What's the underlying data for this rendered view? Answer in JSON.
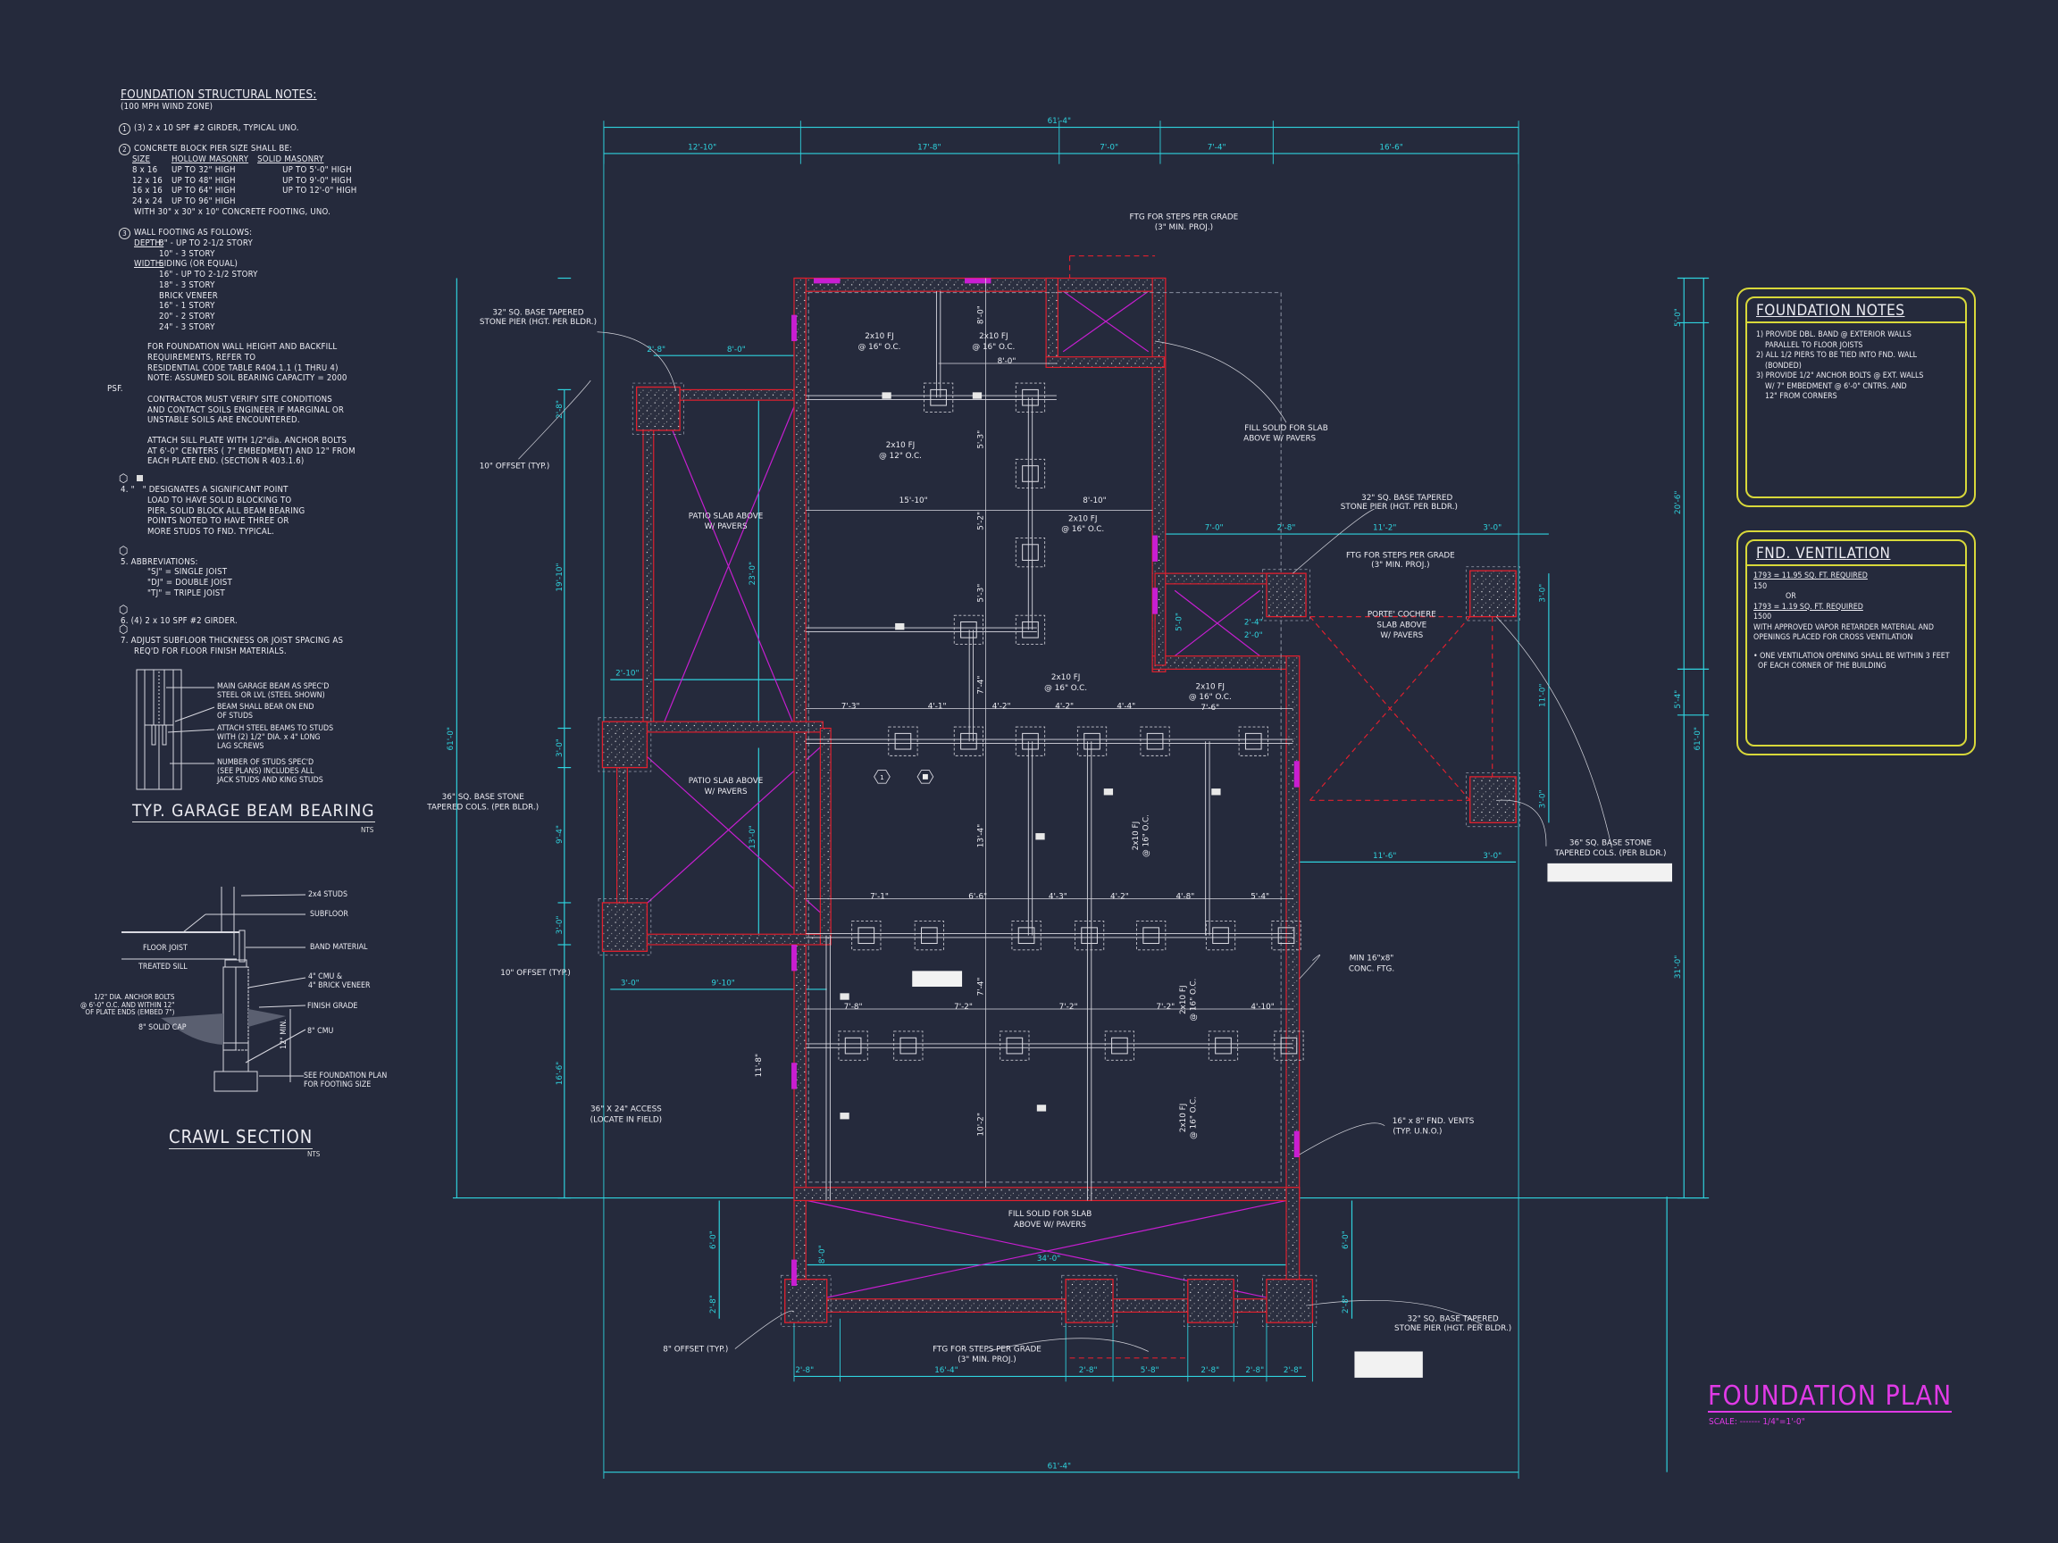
{
  "structural_notes": {
    "title": "FOUNDATION STRUCTURAL NOTES:",
    "subtitle": "(100 MPH WIND ZONE)",
    "note1": {
      "marker": "1",
      "text": "(3) 2 x 10 SPF #2 GIRDER, TYPICAL UNO."
    },
    "note2": {
      "marker": "2",
      "text": "CONCRETE BLOCK PIER SIZE SHALL BE:",
      "headers": [
        "SIZE",
        "HOLLOW MASONRY",
        "SOLID MASONRY"
      ],
      "rows": [
        [
          "8 x 16",
          "UP TO 32\" HIGH",
          "UP TO 5'-0\" HIGH"
        ],
        [
          "12 x 16",
          "UP TO 48\" HIGH",
          "UP TO 9'-0\" HIGH"
        ],
        [
          "16 x 16",
          "UP TO 64\" HIGH",
          "UP TO 12'-0\" HIGH"
        ],
        [
          "24 x 24",
          "UP TO 96\" HIGH",
          ""
        ]
      ],
      "footer": "WITH 30\" x 30\" x 10\" CONCRETE FOOTING, UNO."
    },
    "note3": {
      "marker": "3",
      "text": "WALL FOOTING AS FOLLOWS:",
      "depth_label": "DEPTH:",
      "depth": [
        "8\" - UP TO 2-1/2 STORY",
        "10\" - 3 STORY"
      ],
      "width_label": "WIDTH:",
      "width": [
        "SIDING (OR EQUAL)",
        "16\" - UP TO 2-1/2 STORY",
        "18\" - 3 STORY",
        "BRICK VENEER",
        "16\" - 1 STORY",
        "20\" - 2 STORY",
        "24\" - 3 STORY"
      ],
      "para1": [
        "FOR FOUNDATION WALL HEIGHT AND BACKFILL",
        "REQUIREMENTS, REFER TO",
        "RESIDENTIAL CODE TABLE R404.1.1 (1 THRU 4)",
        "NOTE: ASSUMED SOIL BEARING CAPACITY = 2000"
      ],
      "para1_tail": "PSF.",
      "para2": [
        "CONTRACTOR MUST VERIFY SITE CONDITIONS",
        "AND CONTACT SOILS ENGINEER IF MARGINAL OR",
        "UNSTABLE SOILS ARE ENCOUNTERED."
      ],
      "para3": [
        "ATTACH SILL PLATE WITH 1/2\"dia. ANCHOR BOLTS",
        "AT 6'-0\" CENTERS ( 7\" EMBEDMENT) AND 12\" FROM",
        "EACH PLATE END. (SECTION R 403.1.6)"
      ]
    },
    "note4": {
      "number": "4.",
      "lines": [
        "\"   \" DESIGNATES A SIGNIFICANT POINT",
        "LOAD TO HAVE SOLID BLOCKING TO",
        "PIER. SOLID BLOCK ALL BEAM BEARING",
        "POINTS NOTED TO HAVE THREE OR",
        "MORE STUDS TO FND. TYPICAL."
      ]
    },
    "note5": {
      "number": "5.",
      "lines": [
        "ABBREVIATIONS:",
        "\"SJ\" = SINGLE JOIST",
        "\"DJ\" = DOUBLE JOIST",
        "\"TJ\" = TRIPLE JOIST"
      ]
    },
    "note6": {
      "number": "6.",
      "lines": [
        "(4) 2 x 10 SPF #2 GIRDER."
      ]
    },
    "note7": {
      "number": "7.",
      "lines": [
        "ADJUST SUBFLOOR THICKNESS OR JOIST SPACING AS",
        "REQ'D FOR FLOOR FINISH MATERIALS."
      ]
    }
  },
  "garage_detail": {
    "title": "TYP. GARAGE BEAM BEARING",
    "scale": "NTS",
    "labels": [
      "MAIN GARAGE BEAM AS SPEC'D\nSTEEL OR LVL (STEEL SHOWN)",
      "BEAM SHALL BEAR ON END\nOF STUDS",
      "ATTACH STEEL BEAMS TO STUDS\nWITH (2) 1/2\" DIA. x 4\" LONG\nLAG SCREWS",
      "NUMBER OF STUDS SPEC'D\n(SEE PLANS) INCLUDES ALL\nJACK STUDS AND KING STUDS"
    ]
  },
  "crawl_section": {
    "title": "CRAWL SECTION",
    "scale": "NTS",
    "labels": {
      "studs": "2x4 STUDS",
      "subfloor": "SUBFLOOR",
      "floor_joist": "FLOOR JOIST",
      "band": "BAND MATERIAL",
      "sill": "TREATED SILL",
      "anchor": "1/2\" DIA. ANCHOR BOLTS\n@ 6'-0\" O.C. AND WITHIN 12\"\nOF PLATE ENDS (EMBED 7\")",
      "cap": "8\" SOLID CAP",
      "cmu_brick": "4\" CMU &\n4\" BRICK VENEER",
      "grade": "FINISH GRADE",
      "cmu": "8\" CMU",
      "min": "12\" MIN.",
      "footing": "SEE FOUNDATION PLAN\nFOR FOOTING SIZE"
    }
  },
  "foundation_notes": {
    "title": "FOUNDATION NOTES",
    "lines": [
      "1) PROVIDE DBL. BAND @ EXTERIOR WALLS",
      "    PARALLEL TO FLOOR JOISTS",
      "2) ALL 1/2 PIERS TO BE TIED INTO FND. WALL",
      "    (BONDED)",
      "3) PROVIDE 1/2\" ANCHOR BOLTS @ EXT. WALLS",
      "    W/ 7\" EMBEDMENT @ 6'-0\" CNTRS. AND",
      "    12\" FROM CORNERS"
    ]
  },
  "ventilation": {
    "title": "FND. VENTILATION",
    "calc1": "1793 = 11.95 SQ. FT. REQUIRED",
    "calc1_den": "150",
    "or": "OR",
    "calc2": "1793 = 1.19 SQ. FT. REQUIRED",
    "calc2_den": "1500",
    "lines": [
      "WITH APPROVED VAPOR RETARDER MATERIAL AND",
      "OPENINGS PLACED FOR CROSS VENTILATION"
    ],
    "bullet": [
      "• ONE VENTILATION OPENING SHALL BE WITHIN 3 FEET",
      "  OF EACH CORNER OF THE BUILDING"
    ]
  },
  "plan_title": {
    "title": "FOUNDATION PLAN",
    "scale": "SCALE: ------- 1/4\"=1'-0\""
  },
  "plan": {
    "labels": [
      "FTG FOR STEPS PER GRADE",
      "(3\" MIN. PROJ.)",
      "32\" SQ. BASE TAPERED",
      "STONE PIER (HGT. PER BLDR.)",
      "10\" OFFSET (TYP.)",
      "PATIO SLAB ABOVE",
      "W/ PAVERS",
      "FILL SOLID FOR SLAB",
      "ABOVE W/ PAVERS",
      "32\" SQ. BASE TAPERED",
      "STONE PIER (HGT. PER BLDR.)",
      "FTG FOR STEPS PER GRADE",
      "(3\" MIN. PROJ.)",
      "PORTE' COCHERE",
      "SLAB ABOVE",
      "W/ PAVERS",
      "36\" SQ. BASE STONE",
      "TAPERED COLS. (PER BLDR.)",
      "PATIO SLAB ABOVE",
      "W/ PAVERS",
      "36\" SQ. BASE STONE",
      "TAPERED COLS. (PER BLDR.)",
      "10\" OFFSET (TYP.)",
      "MIN 16\"x8\"",
      "CONC. FTG.",
      "36\" X 24\" ACCESS",
      "(LOCATE IN FIELD)",
      "16\" x 8\" FND. VENTS",
      "(TYP. U.N.O.)",
      "FILL SOLID FOR SLAB",
      "ABOVE W/ PAVERS",
      "8\" OFFSET (TYP.)",
      "FTG FOR STEPS PER GRADE",
      "(3\" MIN. PROJ.)",
      "32\" SQ. BASE TAPERED",
      "STONE PIER (HGT. PER BLDR.)"
    ],
    "joists": [
      "2x10 FJ",
      "@ 16\" O.C.",
      "2x10 FJ",
      "@ 16\" O.C.",
      "2x10 FJ",
      "@ 12\" O.C.",
      "2x10 FJ",
      "@ 16\" O.C.",
      "2x10 FJ",
      "@ 16\" O.C.",
      "2x10 FJ",
      "@ 16\" O.C.",
      "2x10 FJ",
      "@ 16\" O.C.",
      "2x10 FJ",
      "@ 16\" O.C.",
      "2x10 FJ",
      "@ 16\" O.C."
    ],
    "dims_white": [
      "8'-0\"",
      "15'-10\"",
      "8'-10\"",
      "7'-6\"",
      "8'-0\"",
      "5'-3\"",
      "5'-2\"",
      "5'-3\"",
      "7'-4\"",
      "7'-3\"",
      "4'-1\"",
      "4'-2\"",
      "4'-2\"",
      "4'-4\"",
      "7'-1\"",
      "6'-6\"",
      "4'-3\"",
      "4'-2\"",
      "4'-8\"",
      "5'-4\"",
      "13'-4\"",
      "7'-4\"",
      "7'-8\"",
      "7'-2\"",
      "7'-2\"",
      "7'-2\"",
      "4'-10\"",
      "10'-2\"",
      "11'-8\""
    ],
    "dims_cyan": [
      "61'-4\"",
      "12'-10\"",
      "17'-8\"",
      "7'-0\"",
      "7'-4\"",
      "16'-6\"",
      "61'-4\"",
      "34'-0\"",
      "2'-8\"",
      "16'-4\"",
      "2'-8\"",
      "5'-8\"",
      "2'-8\"",
      "2'-8\"",
      "2'-8\"",
      "61'-0\"",
      "2'-8\"",
      "19'-10\"",
      "3'-0\"",
      "9'-4\"",
      "3'-0\"",
      "16'-6\"",
      "2'-8\"",
      "8'-0\"",
      "2'-10\"",
      "3'-0\"",
      "9'-10\"",
      "23'-0\"",
      "13'-0\"",
      "6'-0\"",
      "8'-0\"",
      "2'-8\"",
      "6'-0\"",
      "2'-8\"",
      "5'-0\"",
      "20'-6\"",
      "5'-4\"",
      "31'-0\"",
      "61'-0\"",
      "7'-0\"",
      "2'-8\"",
      "11'-2\"",
      "3'-0\"",
      "3'-0\"",
      "11'-0\"",
      "3'-0\"",
      "11'-6\"",
      "3'-0\"",
      "5'-0\"",
      "2'-0\"",
      "2'-4\""
    ],
    "markers": [
      "1"
    ]
  },
  "colors": {
    "background": "#252a3c",
    "dimension": "#2fd3de",
    "wall_edge": "#e0202e",
    "slab_x": "#c81ed2",
    "title": "#e03ae6",
    "box": "#d8d83a"
  }
}
